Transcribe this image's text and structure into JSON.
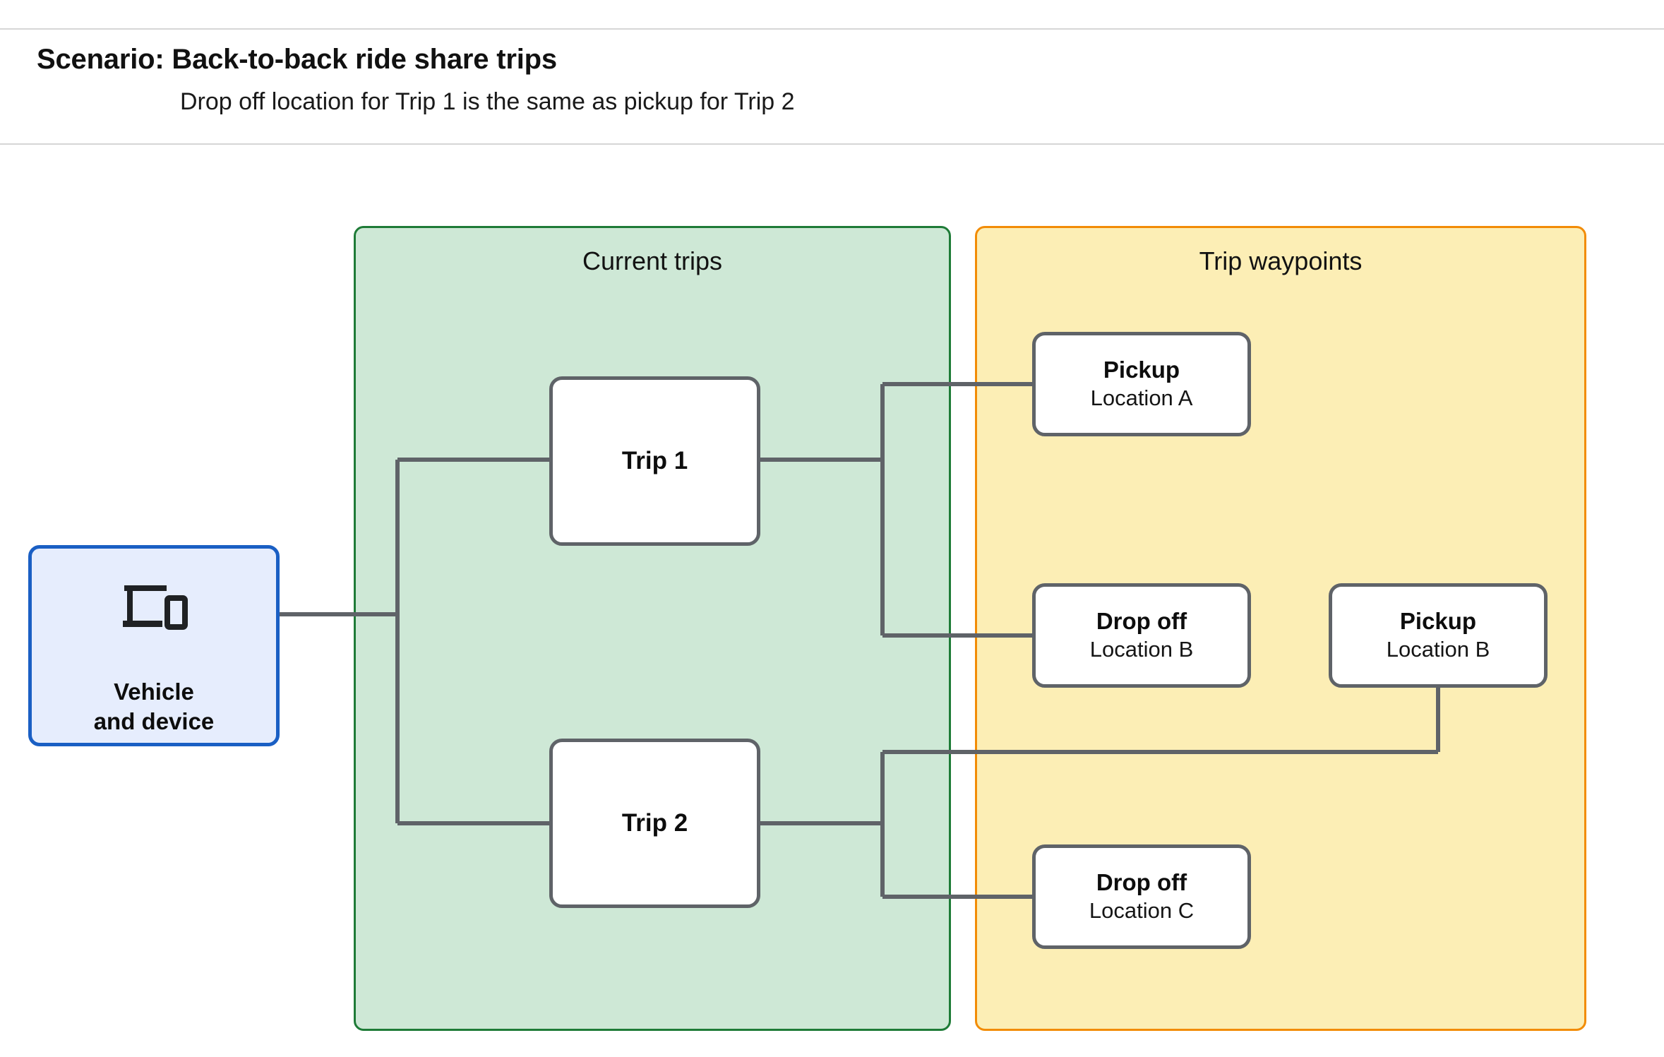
{
  "header": {
    "title": "Scenario: Back-to-back ride share trips",
    "subtitle": "Drop off  location for Trip 1 is the same as pickup for Trip 2"
  },
  "panels": {
    "current_trips": {
      "title": "Current trips",
      "fill": "#cee8d6",
      "border": "#1e7b37"
    },
    "trip_waypoints": {
      "title": "Trip waypoints",
      "fill": "#fceeb5",
      "border": "#f28c06"
    }
  },
  "vehicle": {
    "icon": "devices-icon",
    "label_line1": "Vehicle",
    "label_line2": "and device",
    "fill": "#e6edfd",
    "border": "#1a5fc4"
  },
  "trips": [
    {
      "label": "Trip 1"
    },
    {
      "label": "Trip 2"
    }
  ],
  "waypoints": [
    {
      "title": "Pickup",
      "location": "Location A"
    },
    {
      "title": "Drop off",
      "location": "Location B"
    },
    {
      "title": "Pickup",
      "location": "Location B"
    },
    {
      "title": "Drop off",
      "location": "Location C"
    }
  ],
  "colors": {
    "connector": "#5f6368",
    "node_border": "#5f6368",
    "node_fill": "#ffffff",
    "rule": "#d6d6d6",
    "page_background": "#ffffff"
  }
}
